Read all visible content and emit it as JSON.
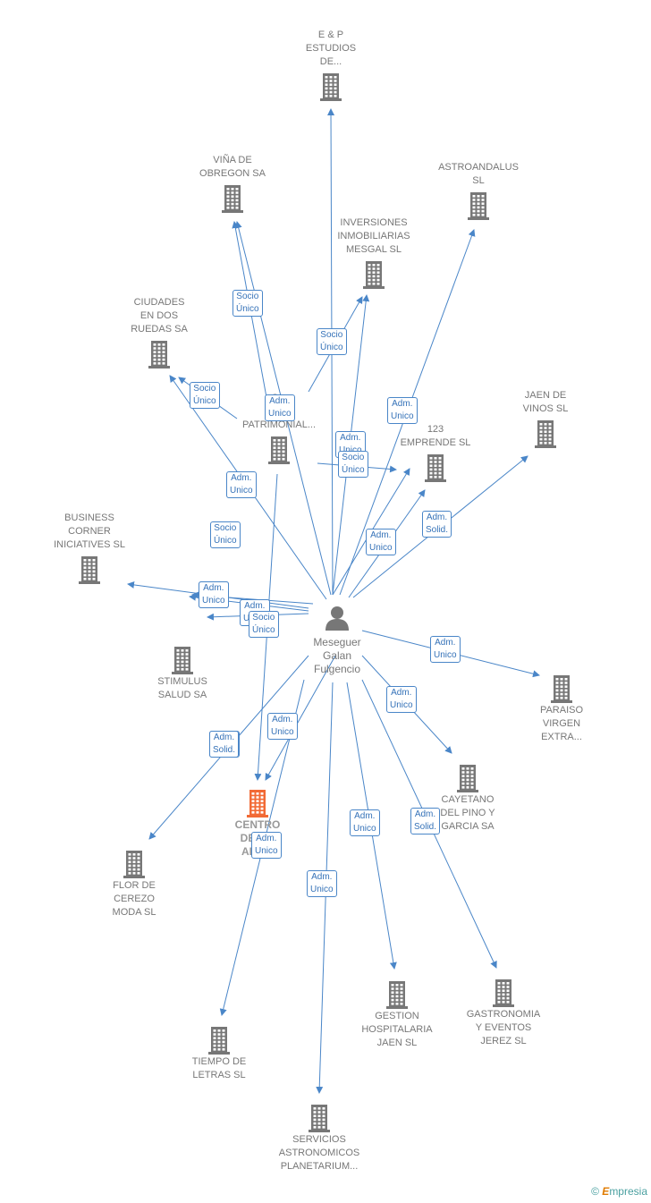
{
  "person": {
    "name": "Meseguer\nGalan\nFulgencio"
  },
  "companies": [
    {
      "id": "ep",
      "label": "E & P\nESTUDIOS\nDE..."
    },
    {
      "id": "vina",
      "label": "VIÑA DE\nOBREGON SA"
    },
    {
      "id": "astro",
      "label": "ASTROANDALUS\nSL"
    },
    {
      "id": "inv",
      "label": "INVERSIONES\nINMOBILIARIAS\nMESGAL  SL"
    },
    {
      "id": "ciud",
      "label": "CIUDADES\nEN DOS\nRUEDAS SA"
    },
    {
      "id": "gmp",
      "label": "G...\nM...\nPATRIMONIAL..."
    },
    {
      "id": "jaen",
      "label": "JAEN DE\nVINOS  SL"
    },
    {
      "id": "emp123",
      "label": "123\nEMPRENDE  SL"
    },
    {
      "id": "biz",
      "label": "BUSINESS\nCORNER\nINICIATIVES SL"
    },
    {
      "id": "stim",
      "label": "STIMULUS\nSALUD SA"
    },
    {
      "id": "par",
      "label": "PARAISO\nVIRGEN\nEXTRA..."
    },
    {
      "id": "cay",
      "label": "CAYETANO\nDEL PINO Y\nGARCIA SA"
    },
    {
      "id": "centro",
      "label": "CENTRO\nDE C...\nARC...",
      "main": true
    },
    {
      "id": "flor",
      "label": "FLOR DE\nCEREZO\nMODA  SL"
    },
    {
      "id": "gest",
      "label": "GESTION\nHOSPITALARIA\nJAEN  SL"
    },
    {
      "id": "gast",
      "label": "GASTRONOMIA\nY EVENTOS\nJEREZ  SL"
    },
    {
      "id": "tiempo",
      "label": "TIEMPO DE\nLETRAS  SL"
    },
    {
      "id": "serv",
      "label": "SERVICIOS\nASTRONOMICOS\nPLANETARIUM..."
    }
  ],
  "badges": [
    {
      "text": "Socio\nÚnico"
    },
    {
      "text": "Socio\nÚnico"
    },
    {
      "text": "Socio\nÚnico"
    },
    {
      "text": "Adm.\nUnico"
    },
    {
      "text": "Socio\nÚnico"
    },
    {
      "text": "Adm.\nUnico"
    },
    {
      "text": "Adm.\nUnico"
    },
    {
      "text": "Adm.\nUnico"
    },
    {
      "text": "Socio\nÚnico"
    },
    {
      "text": "Adm.\nUnico"
    },
    {
      "text": "Adm.\nSolid."
    },
    {
      "text": "Socio\nÚnico"
    },
    {
      "text": "Adm.\nUnico"
    },
    {
      "text": "Adm.\nUnico"
    },
    {
      "text": "Adm.\nUnico"
    },
    {
      "text": "Socio\nÚnico"
    },
    {
      "text": "Adm.\nUnico"
    },
    {
      "text": "Adm.\nUnico"
    },
    {
      "text": "Adm.\nUnico"
    },
    {
      "text": "Adm.\nSolid."
    },
    {
      "text": "Adm.\nUnico"
    },
    {
      "text": "Adm.\nUnico"
    },
    {
      "text": "Adm.\nSolid."
    },
    {
      "text": "Adm.\nUnico"
    },
    {
      "text": "Adm.\nUnico"
    }
  ],
  "colors": {
    "link": "#4a86c8",
    "building": "#777777",
    "building_main": "#f26a35",
    "person": "#777777"
  },
  "icons": {
    "company": "building-icon",
    "person": "person-icon"
  },
  "logo": {
    "symbol": "©",
    "text_e": "E",
    "text_rest": "mpresia"
  }
}
